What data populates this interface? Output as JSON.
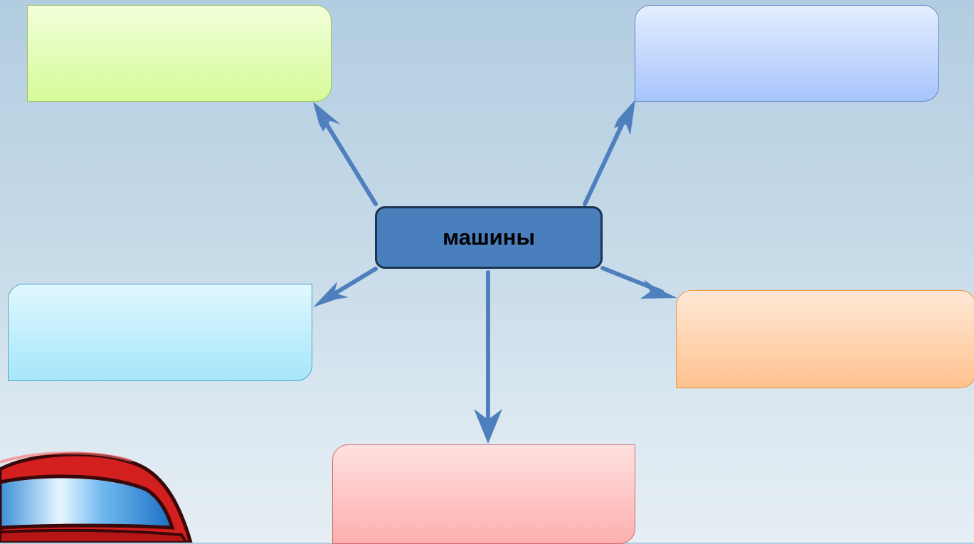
{
  "diagram": {
    "center_label": "машины",
    "colors": {
      "arrow": "#4f7fbd",
      "center_fill": "#4a7fbd",
      "center_border": "#1b3550",
      "box_top_left": "#d6fa98",
      "box_top_right": "#a7c4fb",
      "box_middle_left": "#a6e6fa",
      "box_middle_right": "#ffc28f",
      "box_bottom": "#fdb0ae"
    },
    "boxes": [
      {
        "id": "top-left",
        "text": ""
      },
      {
        "id": "top-right",
        "text": ""
      },
      {
        "id": "middle-left",
        "text": ""
      },
      {
        "id": "middle-right",
        "text": ""
      },
      {
        "id": "bottom",
        "text": ""
      }
    ],
    "decoration": {
      "icon": "red-car-icon"
    }
  }
}
